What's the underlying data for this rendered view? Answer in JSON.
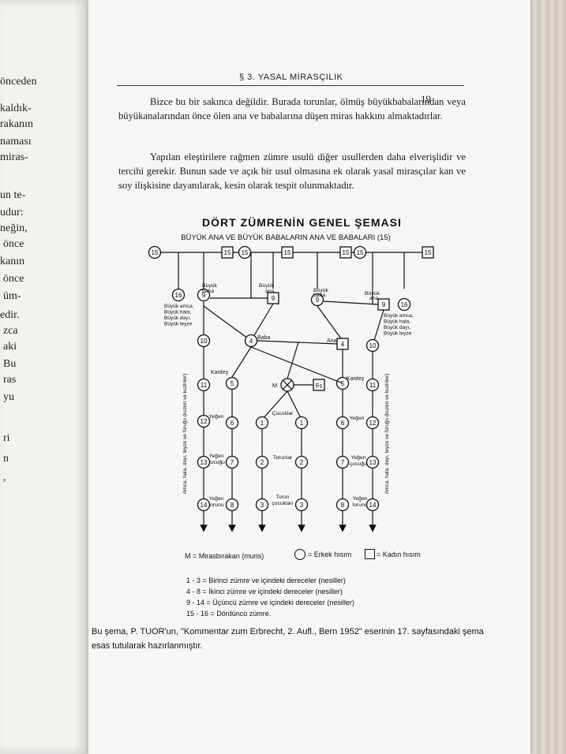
{
  "left_page": {
    "fragments": [
      "önceden",
      "kaldık-",
      "rakanın",
      "naması",
      "miras-",
      "un te-",
      "udur:",
      "neğin,",
      "önce",
      "kanın",
      "önce",
      "üm-",
      "edir.",
      "zca",
      "aki",
      "Bu",
      "ras",
      "yu",
      "ri",
      "n",
      ","
    ]
  },
  "header": {
    "title": "§ 3. YASAL MİRASÇILIK",
    "page_number": "19"
  },
  "paragraphs": [
    "Bizce bu bir sakınca değildir. Burada torunlar, ölmüş büyükbabalarından veya büyükanalarından önce ölen ana ve babalarına düşen miras hakkını almaktadırlar.",
    "Yapılan eleştirilere rağmen zümre usulü diğer usullerden daha elverişlidir ve tercihi gerekir. Bunun sade ve açık bir usul olmasına ek olarak yasal mirasçılar kan ve soy ilişkisine dayanılarak, kesin olarak tespit olunmaktadır."
  ],
  "diagram": {
    "title": "DÖRT ZÜMRENİN GENEL ŞEMASI",
    "top_label": "BÜYÜK ANA VE BÜYÜK BABALARIN ANA VE BABALARI (15)",
    "labels": {
      "buyuk_baba": "Büyük baba",
      "buyuk_ana": "Büyük ana",
      "baba": "Baba",
      "ana": "Ana",
      "kardes": "Kardeş",
      "yegen": "Yeğen",
      "yegen_cocugu": "Yeğen çocuğu",
      "yegen_torunu": "Yeğen torunu",
      "cocuklar": "Çocuklar",
      "torunlar": "Torunlar",
      "torun_cocuklari": "Torun çocukları",
      "m": "M",
      "es": "Eş",
      "left_relatives": [
        "Büyük amca,",
        "Büyük hala,",
        "Büyük dayı,",
        "Büyük teyze"
      ],
      "right_relatives": [
        "Büyük amca,",
        "Büyük hala,",
        "Büyük dayı,",
        "Büyük teyze"
      ],
      "vertical_left": "Amca, hala, dayı, teyze ve füruğu (kuzen ve kuzinler)",
      "vertical_right": "Amca, hala, dayı, teyze ve füruğu (kuzen ve kuzinler)"
    },
    "legend": {
      "m": "M = Mirasbırakan (muris)",
      "male": "= Erkek hısım",
      "female": "= Kadın hısım"
    },
    "key": [
      "1 -     3 = Birinci zümre ve içindeki dereceler (nesiller)",
      "4 -     8 = İkinci zümre ve içindeki dereceler (nesiller)",
      "9 -   14 = Üçüncü zümre ve içindeki dereceler (nesiller)",
      "15 -   16 = Dördüncü zümre."
    ]
  },
  "footnote": "Bu şema, P. TUOR'un, \"Kommentar zum Erbrecht, 2. Aufl., Bern 1952\" eserinin 17. sayfasındaki şema esas tutularak hazırlanmıştır."
}
